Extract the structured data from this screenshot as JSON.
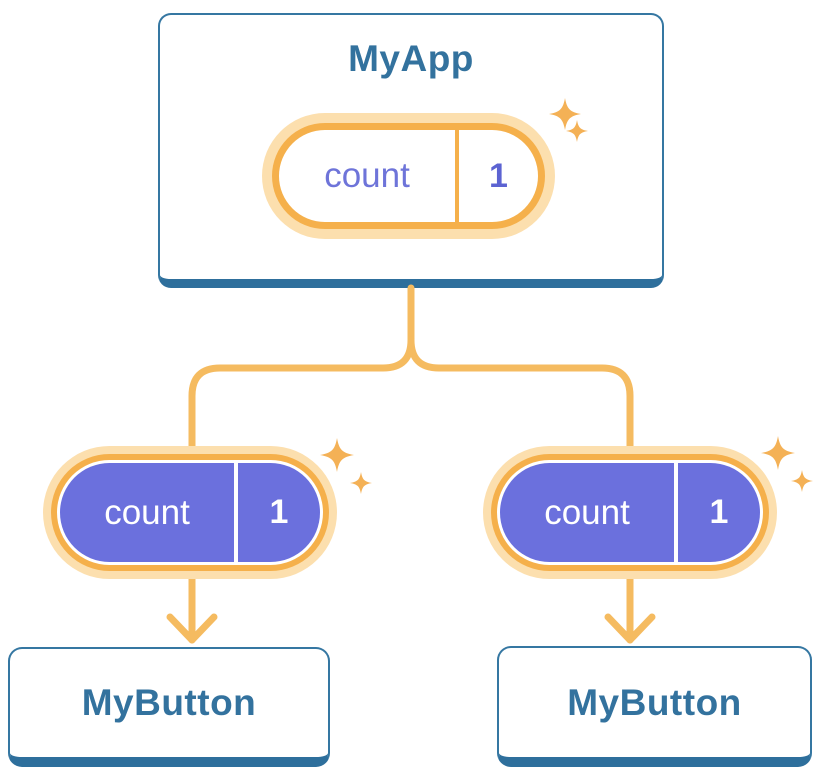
{
  "colors": {
    "node_border": "#3577a2",
    "node_border_bottom": "#2e6f9c",
    "node_text": "#33729e",
    "line_orange": "#f5bb60",
    "pill_ring": "#f5b04b",
    "pill_halo": "#fcdfae",
    "pill_fill_state": "#ffffff",
    "pill_fill_prop": "#6b70dd",
    "pill_text_state": "#6e74d9",
    "pill_value_state": "#5c63d2",
    "pill_text_prop": "#ffffff",
    "sparkle": "#f4b156"
  },
  "tree": {
    "root": {
      "label": "MyApp",
      "state": {
        "name": "count",
        "value": "1"
      }
    },
    "children": [
      {
        "label": "MyButton",
        "prop": {
          "name": "count",
          "value": "1"
        }
      },
      {
        "label": "MyButton",
        "prop": {
          "name": "count",
          "value": "1"
        }
      }
    ]
  }
}
